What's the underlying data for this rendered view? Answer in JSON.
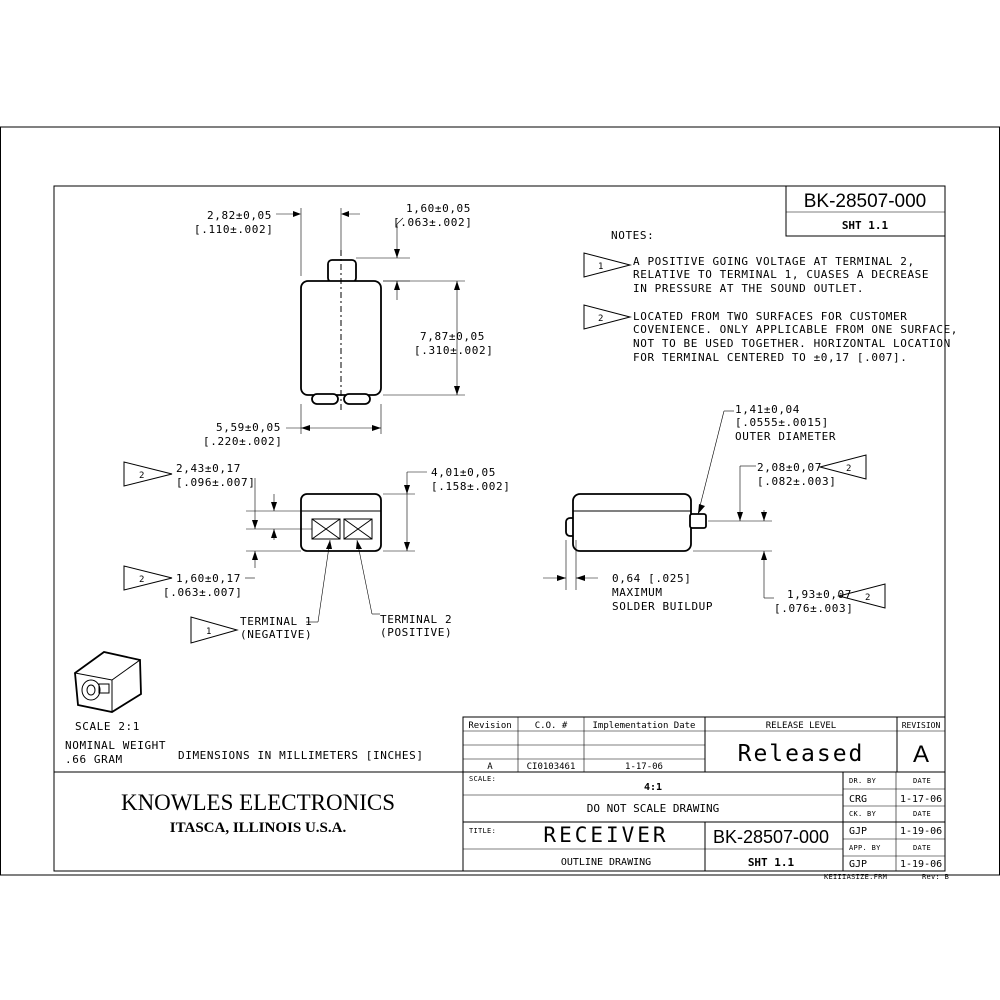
{
  "title_block": {
    "doc_number": "BK-28507-000",
    "sheet": "SHT 1.1",
    "company": "KNOWLES ELECTRONICS",
    "location": "ITASCA, ILLINOIS U.S.A.",
    "title_label": "TITLE:",
    "title": "RECEIVER",
    "subtitle": "OUTLINE DRAWING",
    "scale_label": "SCALE:",
    "scale_value": "4:1",
    "no_scale": "DO NOT SCALE DRAWING",
    "doc_number_bottom": "BK-28507-000",
    "sheet_bottom": "SHT 1.1",
    "frame_file": "KEIIIASIZE.FRM",
    "rev_letter": "Rev: B"
  },
  "revision_table": {
    "headers": [
      "Revision",
      "C.O. #",
      "Implementation Date"
    ],
    "row": [
      "A",
      "CI0103461",
      "1-17-06"
    ],
    "release_level_label": "RELEASE LEVEL",
    "release_level": "Released",
    "revision_label": "REVISION",
    "revision": "A"
  },
  "signoffs": {
    "dr_label": "DR. BY",
    "dr_name": "CRG",
    "dr_date": "1-17-06",
    "ck_label": "CK. BY",
    "ck_name": "GJP",
    "ck_date": "1-19-06",
    "app_label": "APP. BY",
    "app_name": "GJP",
    "app_date": "1-19-06",
    "date_label": "DATE"
  },
  "notes": {
    "heading": "NOTES:",
    "note1": [
      "A POSITIVE GOING VOLTAGE AT TERMINAL 2,",
      "RELATIVE TO TERMINAL 1, CUASES A DECREASE",
      "IN PRESSURE AT THE SOUND OUTLET."
    ],
    "note2": [
      "LOCATED FROM TWO SURFACES FOR CUSTOMER",
      "COVENIENCE.  ONLY APPLICABLE FROM ONE SURFACE,",
      "NOT TO BE USED TOGETHER.  HORIZONTAL LOCATION",
      "FOR TERMINAL CENTERED TO ±0,17 [.007]."
    ]
  },
  "dimensions": {
    "d1": [
      "2,82±0,05",
      "[.110±.002]"
    ],
    "d2": [
      "1,60±0,05",
      "[.063±.002]"
    ],
    "d3": [
      "7,87±0,05",
      "[.310±.002]"
    ],
    "d4": [
      "5,59±0,05",
      "[.220±.002]"
    ],
    "d5": [
      "2,43±0,17",
      "[.096±.007]"
    ],
    "d6": [
      "4,01±0,05",
      "[.158±.002]"
    ],
    "d7": [
      "1,60±0,17",
      "[.063±.007]"
    ],
    "d8": [
      "1,41±0,04",
      "[.0555±.0015]",
      "OUTER DIAMETER"
    ],
    "d9": [
      "2,08±0,07",
      "[.082±.003]"
    ],
    "d10": [
      "0,64 [.025]",
      "MAXIMUM",
      "SOLDER BUILDUP"
    ],
    "d11": [
      "1,93±0,07",
      "[.076±.003]"
    ]
  },
  "terminals": {
    "t1": [
      "TERMINAL 1",
      "(NEGATIVE)"
    ],
    "t2": [
      "TERMINAL 2",
      "(POSITIVE)"
    ]
  },
  "flags": {
    "one": "1",
    "two": "2"
  },
  "misc": {
    "scale_note": "SCALE  2:1",
    "weight_label": "NOMINAL WEIGHT",
    "weight_value": ".66 GRAM",
    "units_note": "DIMENSIONS IN MILLIMETERS [INCHES]"
  }
}
